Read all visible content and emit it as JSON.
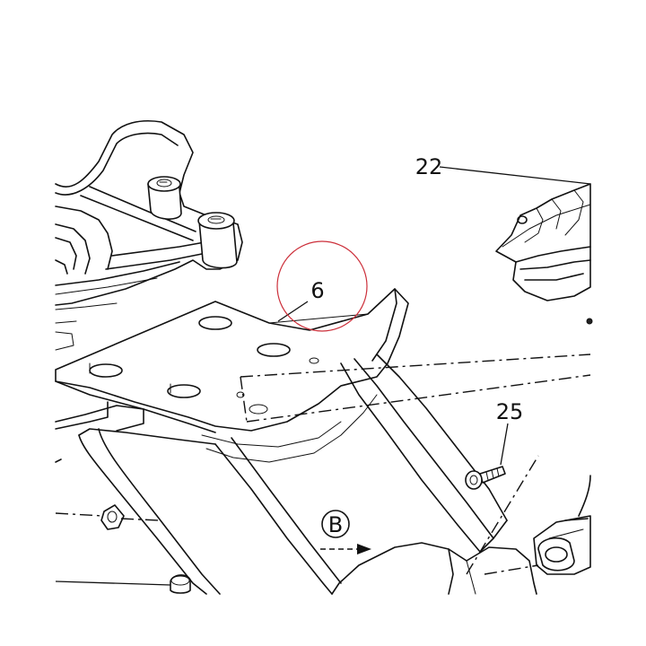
{
  "diagram": {
    "callouts": {
      "part_6": "6",
      "part_22": "22",
      "part_25": "25",
      "view_b": "B"
    },
    "highlight_color": "#cc2f3a",
    "line_color": "#111111"
  }
}
